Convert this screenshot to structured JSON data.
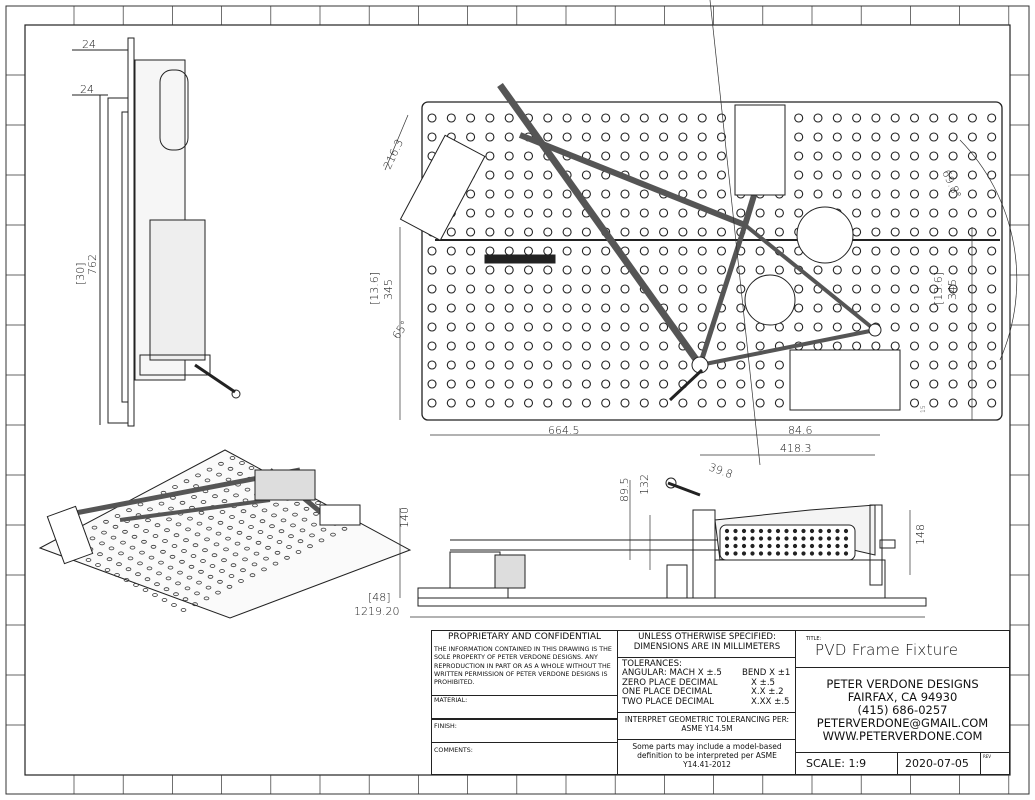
{
  "drawing": {
    "dimensions": {
      "side_top_offset_1": "24",
      "side_top_offset_2": "24",
      "side_height_in": "[30]",
      "side_height_mm": "762",
      "head_tube_length": "216.3",
      "left_height_in": "[13.6]",
      "left_height_mm": "345",
      "seat_angle": "65°",
      "right_height_in": "[13.6]",
      "right_height_mm": "345",
      "head_angle": "69.8°",
      "small_offset": "15",
      "chainstay_horizontal": "664.5",
      "dropout_offset": "84.6",
      "rear_length": "418.3",
      "bb_offset": "39.8",
      "bb_drop": "89.5",
      "bb_height": "132",
      "front_height": "140",
      "rear_height": "148",
      "base_length_in": "[48]",
      "base_length_mm": "1219.20"
    }
  },
  "title_block": {
    "proprietary": {
      "heading": "PROPRIETARY AND CONFIDENTIAL",
      "body": "THE INFORMATION CONTAINED IN THIS DRAWING IS THE SOLE PROPERTY OF PETER VERDONE DESIGNS.  ANY  REPRODUCTION IN PART OR AS A WHOLE WITHOUT THE WRITTEN PERMISSION OF PETER VERDONE DESIGNS IS PROHIBITED."
    },
    "material_label": "MATERIAL:",
    "finish_label": "FINISH:",
    "comments_label": "COMMENTS:",
    "units": "UNLESS OTHERWISE SPECIFIED: DIMENSIONS ARE IN MILLIMETERS",
    "tolerances": {
      "heading": "TOLERANCES:",
      "rows": [
        [
          "ANGULAR: MACH X ±.5",
          "BEND X ±1"
        ],
        [
          "ZERO PLACE DECIMAL",
          "X ±.5"
        ],
        [
          "ONE PLACE DECIMAL",
          "X.X ±.2"
        ],
        [
          "TWO PLACE DECIMAL",
          "X.XX ±.5"
        ]
      ]
    },
    "geometric": "INTERPRET GEOMETRIC TOLERANCING PER: ASME Y14.5M",
    "model_note": "Some parts may include a model-based definition to be interpreted per ASME Y14.41-2012",
    "title_label": "TITLE:",
    "title": "PVD Frame Fixture",
    "company": [
      "PETER VERDONE DESIGNS",
      "FAIRFAX, CA 94930",
      "(415) 686-0257",
      "PETERVERDONE@GMAIL.COM",
      "WWW.PETERVERDONE.COM"
    ],
    "scale": "SCALE: 1:9",
    "date": "2020-07-05",
    "rev_label": "REV"
  }
}
